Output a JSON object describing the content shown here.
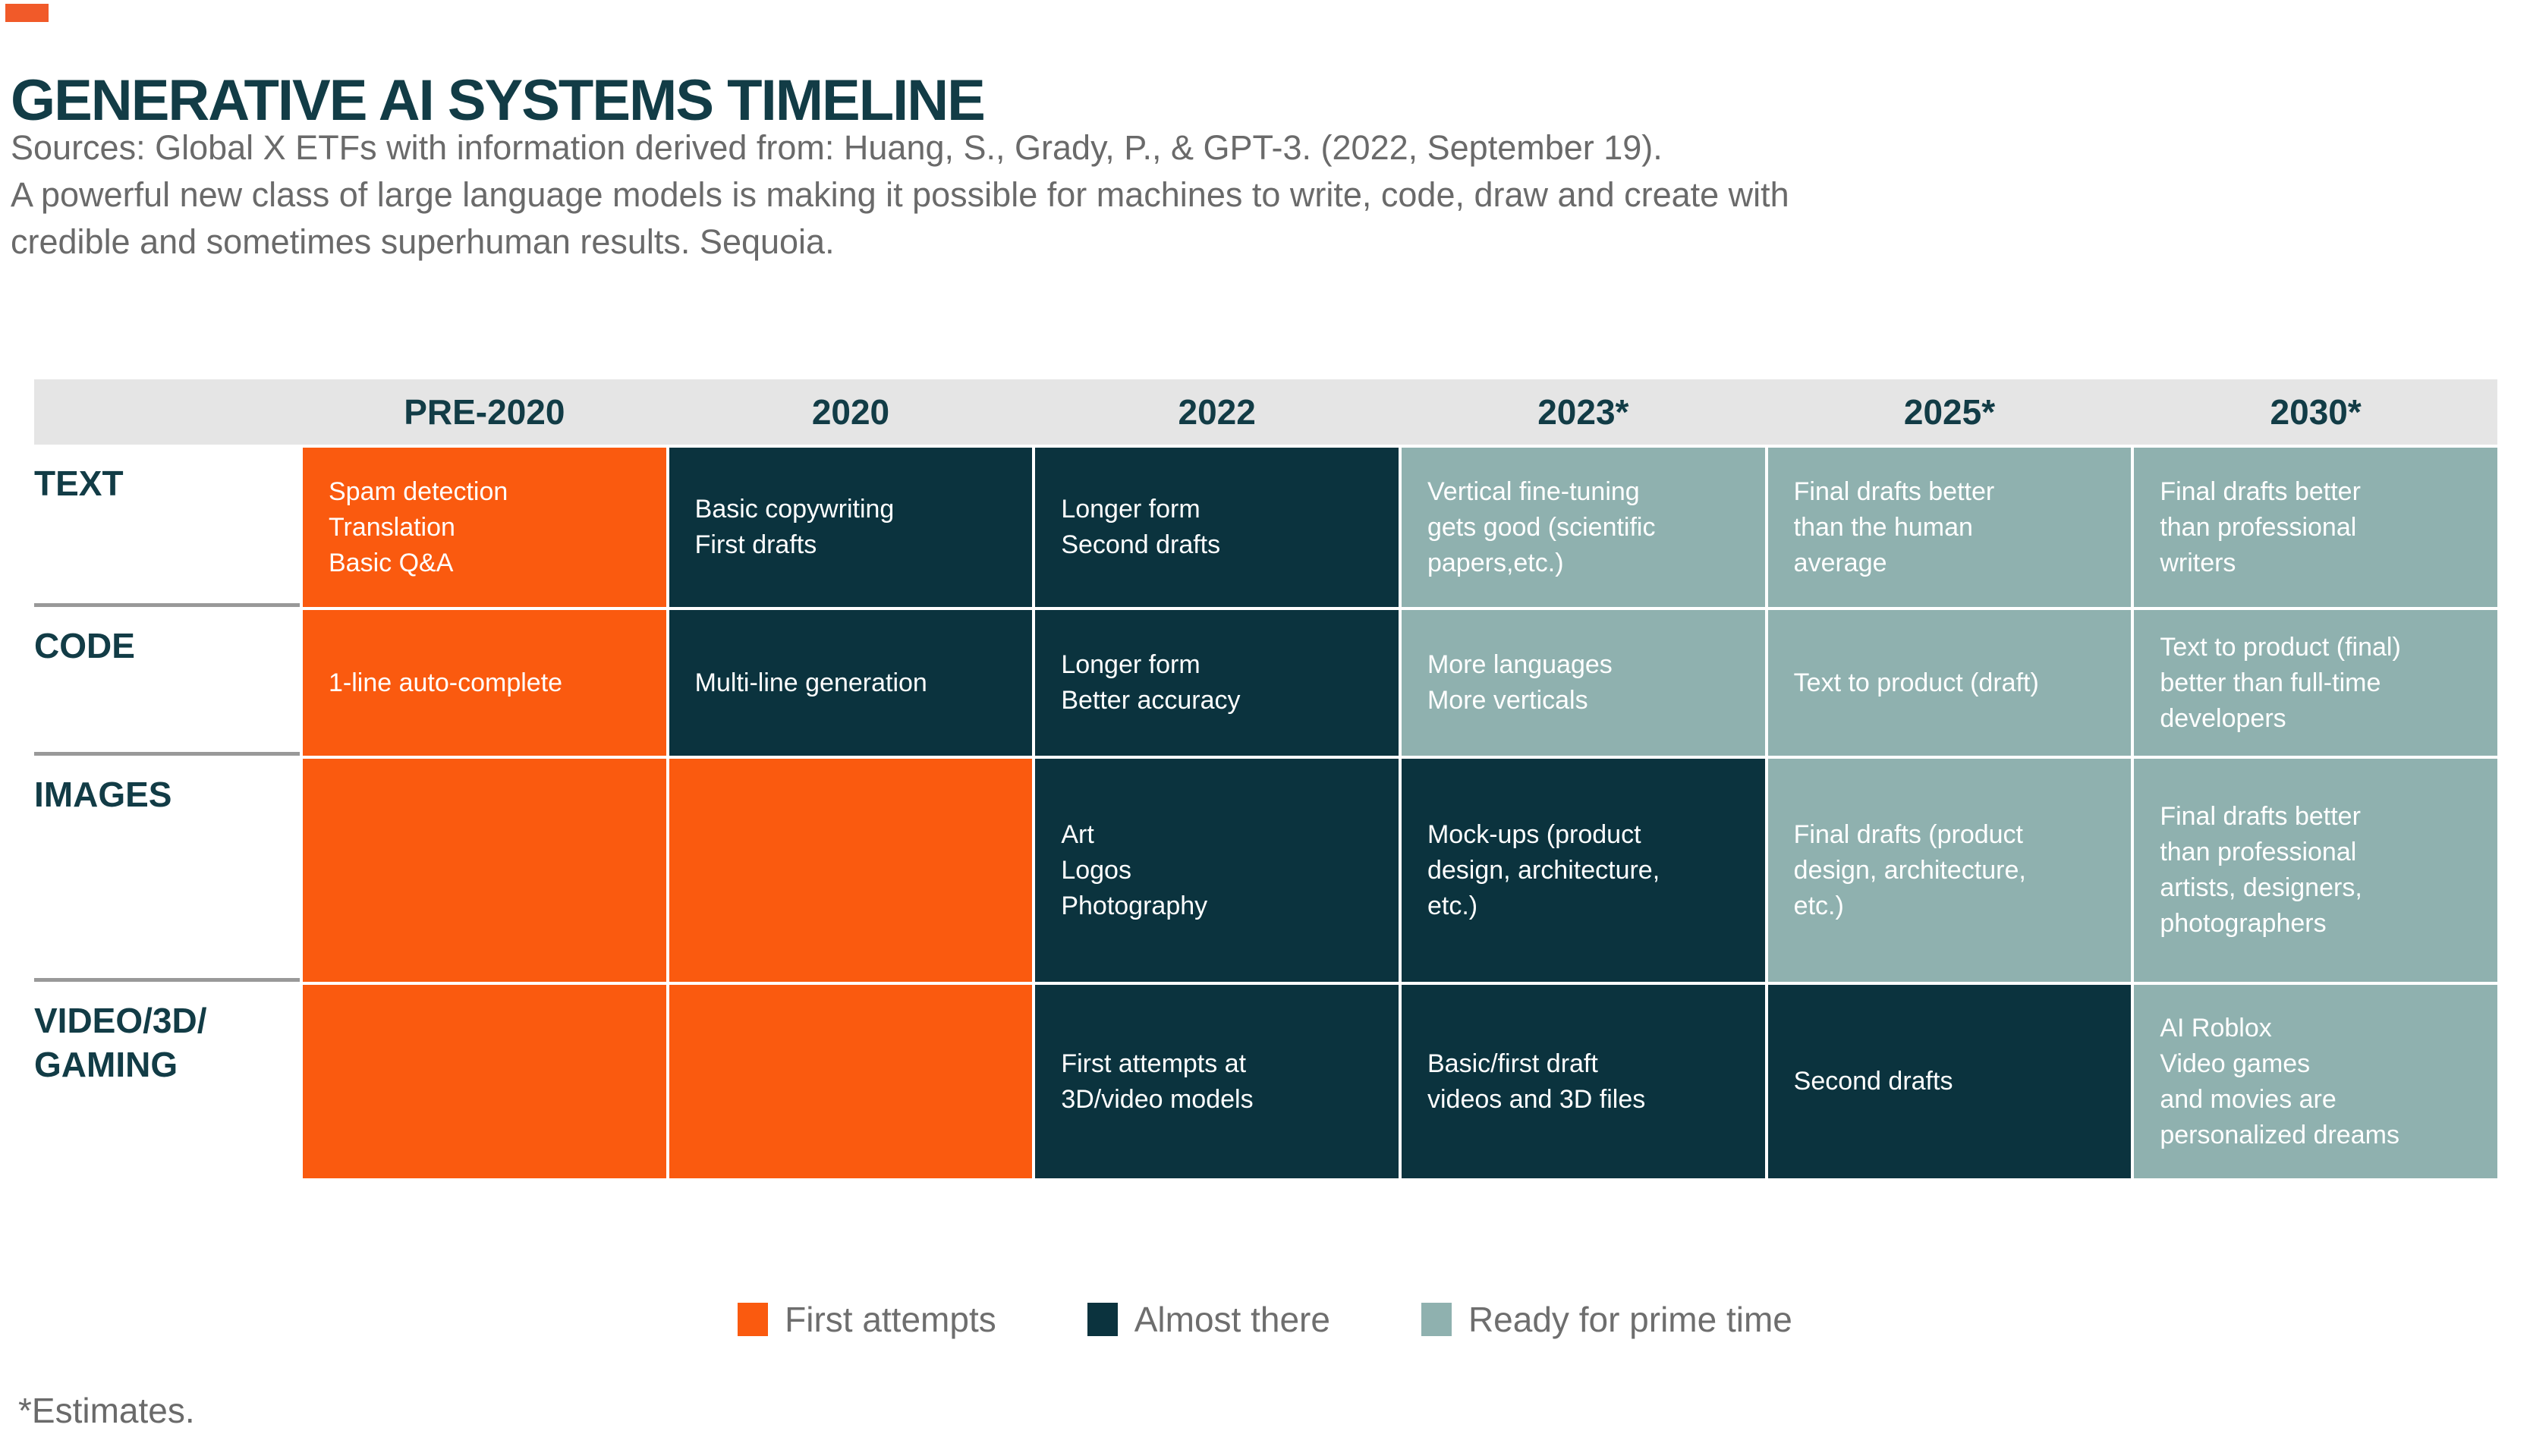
{
  "page": {
    "title": "GENERATIVE AI SYSTEMS TIMELINE",
    "sources": "Sources: Global X ETFs with information derived from: Huang, S., Grady, P., & GPT-3. (2022, September 19).\nA powerful new class of large language models is making it possible for machines to write, code, draw and create with\ncredible and sometimes superhuman results. Sequoia.",
    "footnote": "*Estimates."
  },
  "colors": {
    "accent_bar": "#F15A29",
    "first_attempts": "#FA5A0F",
    "almost_there": "#0B333E",
    "ready_for_prime_time": "#8FB1AF",
    "header_bg": "#E5E5E5",
    "heading_text": "#123C46",
    "body_text": "#6A6A6A",
    "label_divider": "#999999"
  },
  "chart_data": {
    "type": "table",
    "title": "Generative AI Systems Timeline",
    "columns": [
      "",
      "PRE-2020",
      "2020",
      "2022",
      "2023*",
      "2025*",
      "2030*"
    ],
    "rows": [
      {
        "label": "TEXT",
        "cells": [
          {
            "text": "Spam detection\nTranslation\nBasic Q&A",
            "status": "First attempts",
            "color": "#FA5A0F"
          },
          {
            "text": "Basic copywriting\nFirst drafts",
            "status": "Almost there",
            "color": "#0B333E"
          },
          {
            "text": "Longer form\nSecond drafts",
            "status": "Almost there",
            "color": "#0B333E"
          },
          {
            "text": "Vertical fine-tuning\ngets good (scientific\npapers,etc.)",
            "status": "Ready for prime time",
            "color": "#8FB1AF"
          },
          {
            "text": "Final drafts better\nthan the human\naverage",
            "status": "Ready for prime time",
            "color": "#8FB1AF"
          },
          {
            "text": "Final drafts better\nthan professional\nwriters",
            "status": "Ready for prime time",
            "color": "#8FB1AF"
          }
        ]
      },
      {
        "label": "CODE",
        "cells": [
          {
            "text": "1-line auto-complete",
            "status": "First attempts",
            "color": "#FA5A0F"
          },
          {
            "text": "Multi-line generation",
            "status": "Almost there",
            "color": "#0B333E"
          },
          {
            "text": "Longer form\nBetter accuracy",
            "status": "Almost there",
            "color": "#0B333E"
          },
          {
            "text": "More languages\nMore verticals",
            "status": "Ready for prime time",
            "color": "#8FB1AF"
          },
          {
            "text": "Text to product (draft)",
            "status": "Ready for prime time",
            "color": "#8FB1AF"
          },
          {
            "text": "Text to product (final)\nbetter than full-time\ndevelopers",
            "status": "Ready for prime time",
            "color": "#8FB1AF"
          }
        ]
      },
      {
        "label": "IMAGES",
        "cells": [
          {
            "text": "",
            "status": "First attempts",
            "color": "#FA5A0F"
          },
          {
            "text": "",
            "status": "First attempts",
            "color": "#FA5A0F"
          },
          {
            "text": "Art\nLogos\nPhotography",
            "status": "Almost there",
            "color": "#0B333E"
          },
          {
            "text": "Mock-ups (product\ndesign, architecture,\netc.)",
            "status": "Almost there",
            "color": "#0B333E"
          },
          {
            "text": "Final drafts (product\ndesign, architecture,\netc.)",
            "status": "Ready for prime time",
            "color": "#8FB1AF"
          },
          {
            "text": "Final drafts better\nthan professional\nartists, designers,\nphotographers",
            "status": "Ready for prime time",
            "color": "#8FB1AF"
          }
        ]
      },
      {
        "label": "VIDEO/3D/\nGAMING",
        "cells": [
          {
            "text": "",
            "status": "First attempts",
            "color": "#FA5A0F"
          },
          {
            "text": "",
            "status": "First attempts",
            "color": "#FA5A0F"
          },
          {
            "text": "First attempts at\n3D/video models",
            "status": "Almost there",
            "color": "#0B333E"
          },
          {
            "text": "Basic/first draft\nvideos and 3D files",
            "status": "Almost there",
            "color": "#0B333E"
          },
          {
            "text": "Second drafts",
            "status": "Almost there",
            "color": "#0B333E"
          },
          {
            "text": "AI Roblox\nVideo games\nand movies are\npersonalized dreams",
            "status": "Ready for prime time",
            "color": "#8FB1AF"
          }
        ]
      }
    ],
    "legend": {
      "position": "bottom-center",
      "items": [
        {
          "label": "First attempts",
          "color": "#FA5A0F"
        },
        {
          "label": "Almost there",
          "color": "#0B333E"
        },
        {
          "label": "Ready for prime time",
          "color": "#8FB1AF"
        }
      ]
    }
  }
}
